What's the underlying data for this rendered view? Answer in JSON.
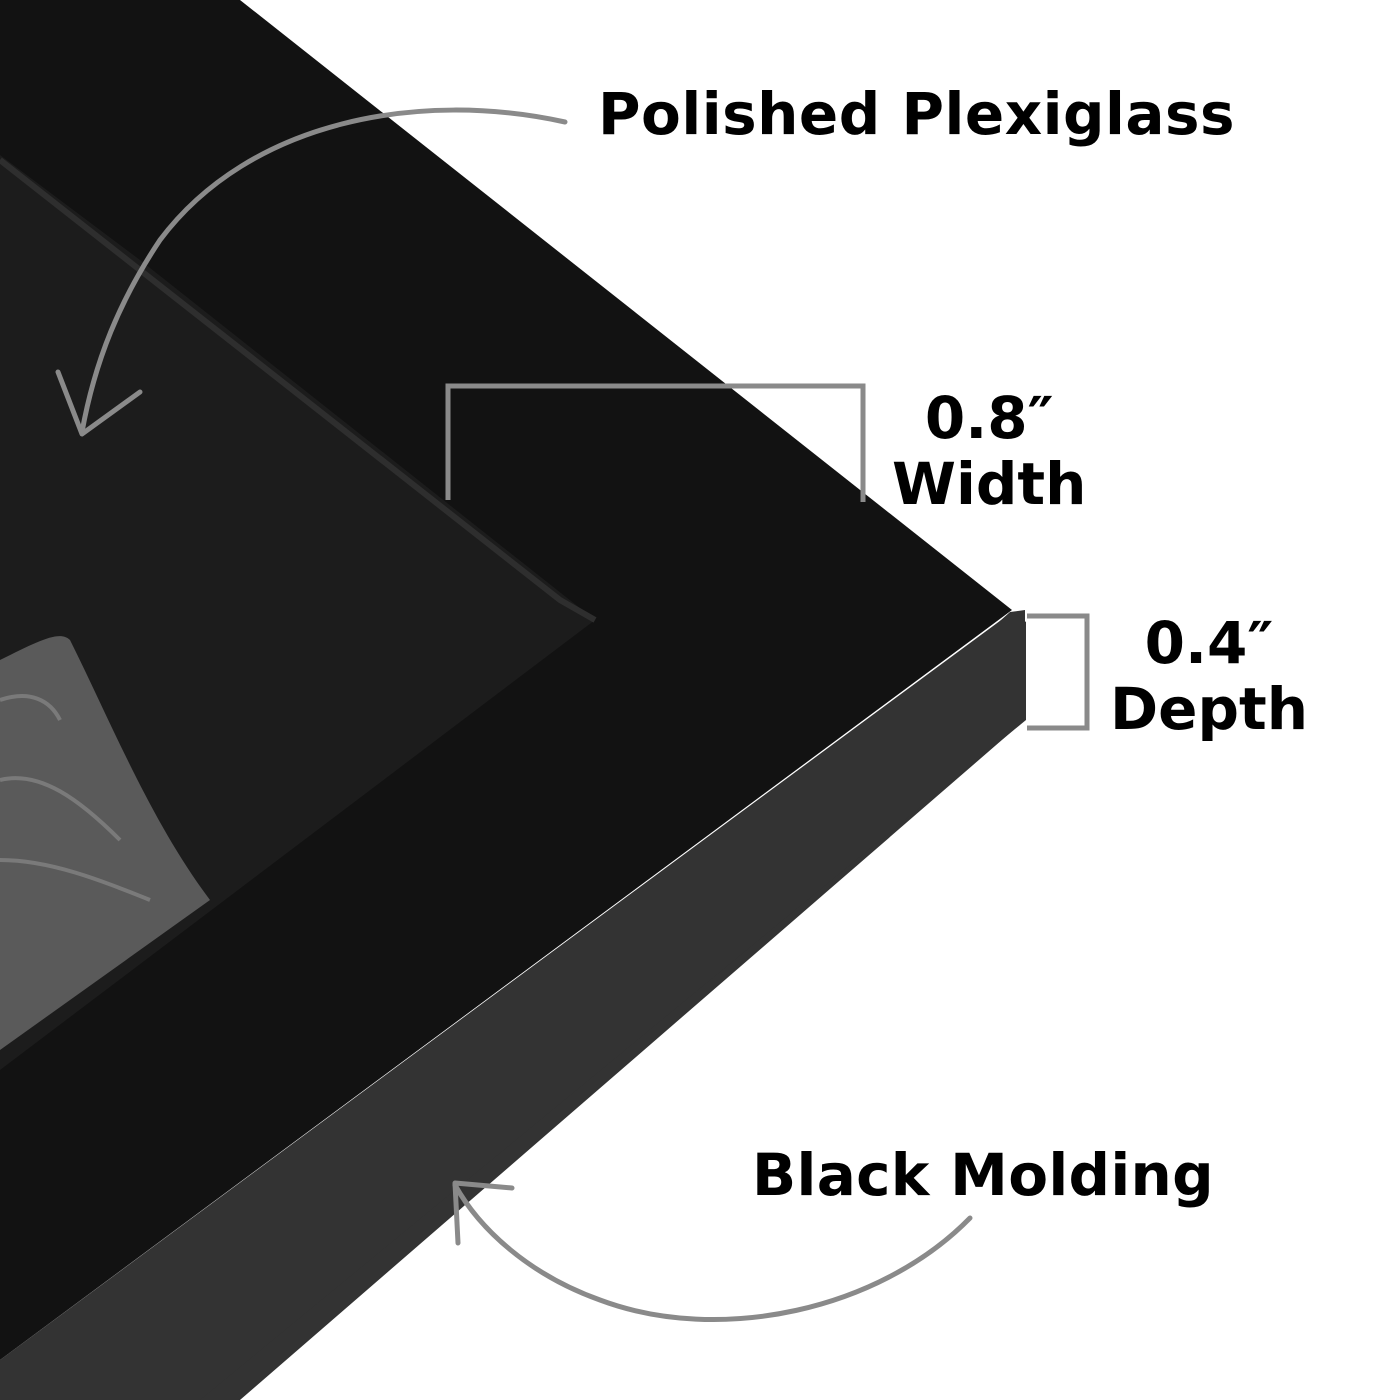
{
  "labels": {
    "plexiglass": "Polished Plexiglass",
    "width_value": "0.8″",
    "width_name": "Width",
    "depth_value": "0.4″",
    "depth_name": "Depth",
    "molding": "Black Molding"
  },
  "colors": {
    "background": "#ffffff",
    "frame_face": "#121212",
    "frame_side": "#333333",
    "plexiglass_inner": "#1c1c1c",
    "arrow": "#8a8a8a",
    "text": "#000000"
  }
}
